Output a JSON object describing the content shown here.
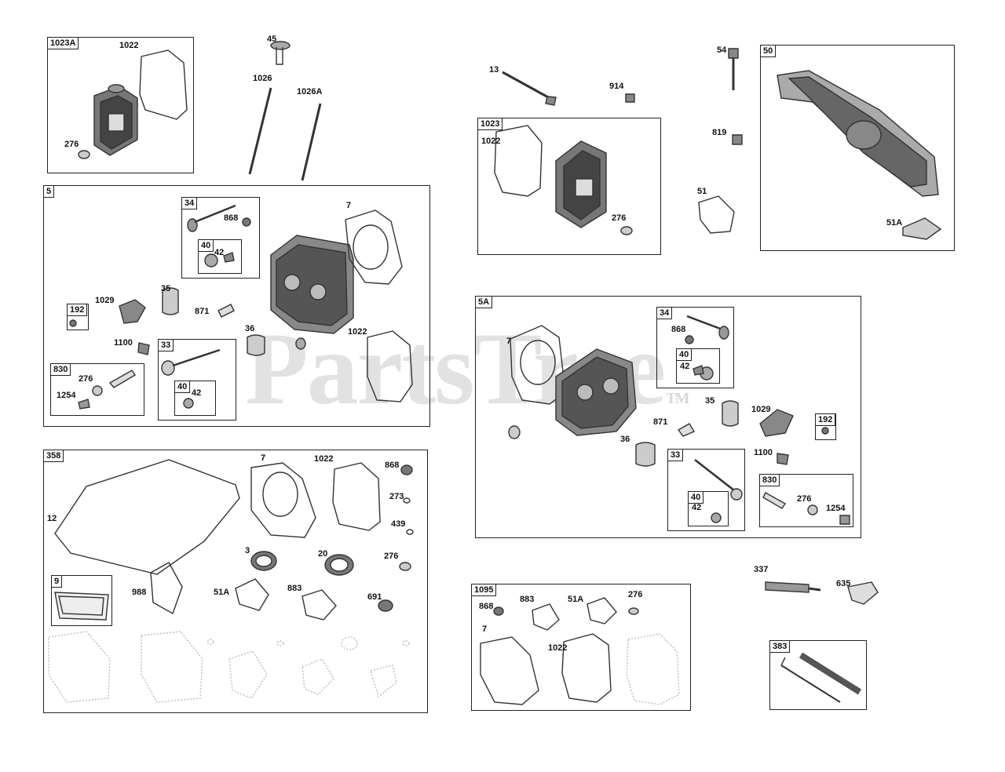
{
  "watermark": {
    "text": "PartsTree",
    "tm": "TM"
  },
  "groups": {
    "g1023A": {
      "tag": "1023A",
      "items": [
        "1022",
        "276"
      ]
    },
    "g5": {
      "tag": "5",
      "items": [
        "7",
        "868",
        "42",
        "35",
        "871",
        "1029",
        "1100",
        "36",
        "1022",
        "276",
        "1254"
      ]
    },
    "g34a": {
      "tag": "34"
    },
    "g40a": {
      "tag": "40"
    },
    "g192a": {
      "tag": "192"
    },
    "g33a": {
      "tag": "33"
    },
    "g40b": {
      "tag": "40",
      "item": "42"
    },
    "g830a": {
      "tag": "830"
    },
    "g1023": {
      "tag": "1023",
      "items": [
        "1022",
        "276"
      ]
    },
    "g50": {
      "tag": "50",
      "item": "51A"
    },
    "g5A": {
      "tag": "5A",
      "items": [
        "7",
        "868",
        "42",
        "35",
        "1029",
        "871",
        "36",
        "1100",
        "42",
        "276",
        "1254"
      ]
    },
    "g34b": {
      "tag": "34"
    },
    "g40c": {
      "tag": "40"
    },
    "g192b": {
      "tag": "192"
    },
    "g33b": {
      "tag": "33"
    },
    "g40d": {
      "tag": "40"
    },
    "g830b": {
      "tag": "830"
    },
    "g358": {
      "tag": "358",
      "items": [
        "12",
        "7",
        "1022",
        "868",
        "273",
        "439",
        "3",
        "20",
        "276",
        "988",
        "51A",
        "883",
        "691"
      ]
    },
    "g9": {
      "tag": "9"
    },
    "g1095": {
      "tag": "1095",
      "items": [
        "868",
        "883",
        "51A",
        "276",
        "7",
        "1022"
      ]
    },
    "g383": {
      "tag": "383"
    }
  },
  "loose": {
    "p45": "45",
    "p1026": "1026",
    "p1026A": "1026A",
    "p13": "13",
    "p914": "914",
    "p54": "54",
    "p819": "819",
    "p51": "51",
    "p337": "337",
    "p635": "635"
  }
}
